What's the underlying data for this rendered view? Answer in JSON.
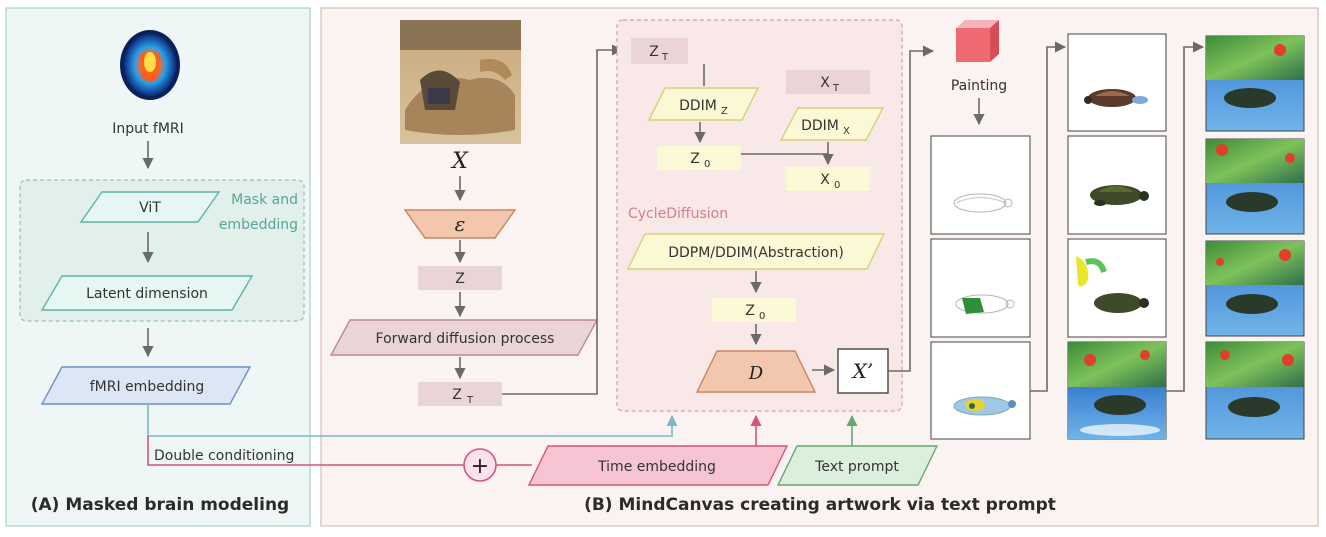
{
  "panel_a": {
    "title": "(A) Masked brain modeling",
    "input_label": "Input fMRI",
    "mask_label_line1": "Mask and",
    "mask_label_line2": "embedding",
    "vit": "ViT",
    "latent": "Latent dimension",
    "fmri_embedding": "fMRI embedding",
    "double_conditioning": "Double conditioning"
  },
  "panel_b": {
    "title": "(B) MindCanvas creating artwork via text prompt",
    "x_symbol": "X",
    "encoder_symbol": "ε",
    "z": "Z",
    "forward_diffusion": "Forward diffusion process",
    "zt": "Z",
    "zt_sub": "T",
    "cycle": {
      "label": "CycleDiffusion",
      "top_zt": "Z",
      "top_zt_sub": "T",
      "ddim_z": "DDIM",
      "ddim_z_sub": "Z",
      "z0_a": "Z",
      "z0_a_sub": "0",
      "xt": "X",
      "xt_sub": "T",
      "ddim_x": "DDIM",
      "ddim_x_sub": "X",
      "x0": "X",
      "x0_sub": "0",
      "ddpm": "DDPM/DDIM(Abstraction)",
      "z0_b": "Z",
      "z0_b_sub": "0",
      "decoder_symbol": "D"
    },
    "x_prime": "X’",
    "plus_symbol": "+",
    "time_embedding": "Time embedding",
    "text_prompt": "Text prompt",
    "painting": "Painting"
  },
  "colors": {
    "panel_a_bg": "#eef7f5",
    "panel_b_bg": "#fbf3f1",
    "teal": "#6fb7b0",
    "blue_node": "#dce6f4",
    "peach": "#f2c7ad",
    "pink_node": "#ead4d6",
    "yellow_node": "#fbf8d6",
    "time_pink": "#f6c4d2",
    "text_green": "#dcefdc",
    "cube_red": "#ee6a72"
  }
}
